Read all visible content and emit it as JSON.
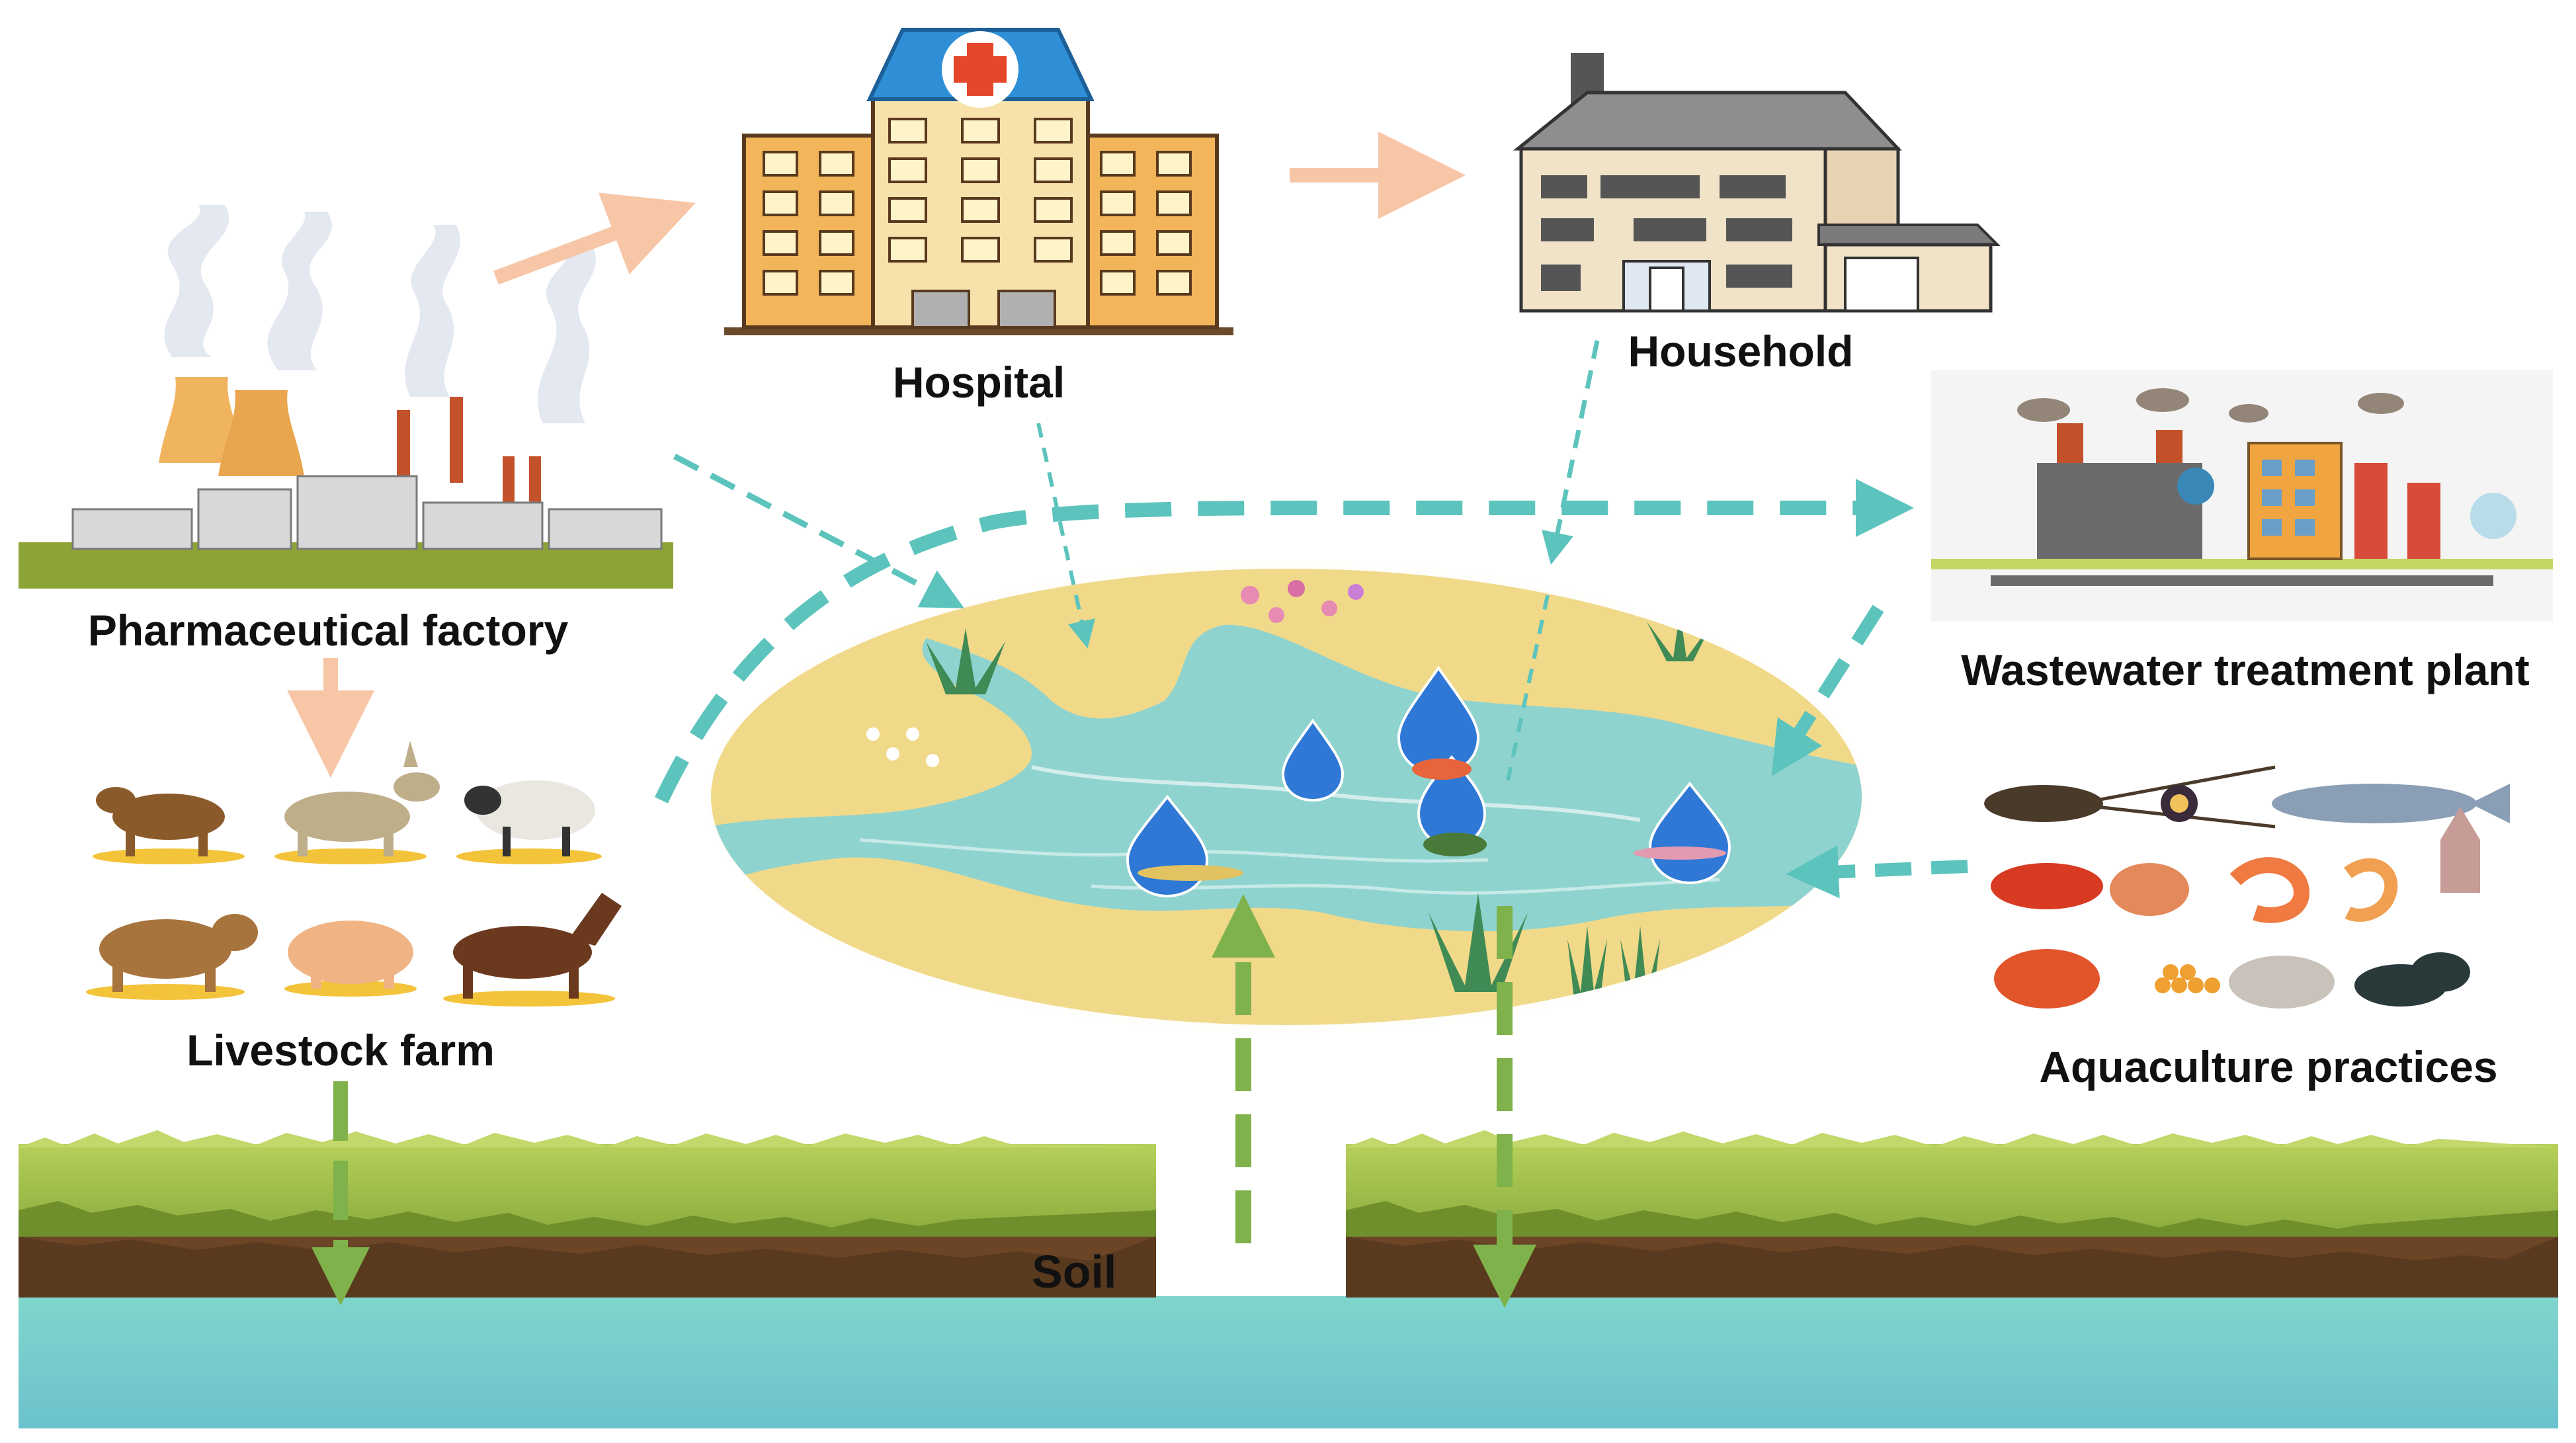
{
  "diagram": {
    "nodes": {
      "hospital": {
        "label": "Hospital"
      },
      "household": {
        "label": "Household"
      },
      "pharma_factory": {
        "label": "Pharmaceutical factory"
      },
      "wwtp": {
        "label": "Wastewater treatment plant"
      },
      "livestock": {
        "label": "Livestock farm"
      },
      "aquaculture": {
        "label": "Aquaculture practices"
      },
      "soil": {
        "label": "Soil"
      },
      "water_body": {
        "label": ""
      }
    },
    "edges": [
      {
        "from": "pharma_factory",
        "to": "hospital",
        "style": "solid",
        "color": "#f7c6a6"
      },
      {
        "from": "hospital",
        "to": "household",
        "style": "solid",
        "color": "#f7c6a6"
      },
      {
        "from": "pharma_factory",
        "to": "livestock",
        "style": "solid",
        "color": "#f7c6a6"
      },
      {
        "from": "pharma_factory",
        "to": "water_body",
        "style": "dashed",
        "color": "#5cc4bc"
      },
      {
        "from": "hospital",
        "to": "water_body",
        "style": "dashed",
        "color": "#5cc4bc"
      },
      {
        "from": "household",
        "to": "water_body",
        "style": "dashed",
        "color": "#5cc4bc"
      },
      {
        "from": "livestock",
        "to": "wwtp",
        "style": "dashed",
        "color": "#5cc4bc"
      },
      {
        "from": "wwtp",
        "to": "water_body",
        "style": "dashed",
        "color": "#5cc4bc"
      },
      {
        "from": "aquaculture",
        "to": "water_body",
        "style": "dashed",
        "color": "#5cc4bc"
      },
      {
        "from": "livestock",
        "to": "soil",
        "style": "solid",
        "color": "#7fb24a"
      },
      {
        "from": "water_body",
        "to": "soil",
        "style": "dashed",
        "color": "#7fb24a"
      },
      {
        "from": "soil",
        "to": "water_body",
        "style": "dashed",
        "color": "#7fb24a"
      }
    ]
  },
  "colors": {
    "peach_arrow": "#f7c6a6",
    "teal_dashed": "#5cc4bc",
    "green_arrow": "#7fb24a",
    "river": "#8fd3cf",
    "grass": "#9cc04a",
    "soil": "#5a3a1f",
    "groundwater": "#7fcfca"
  }
}
